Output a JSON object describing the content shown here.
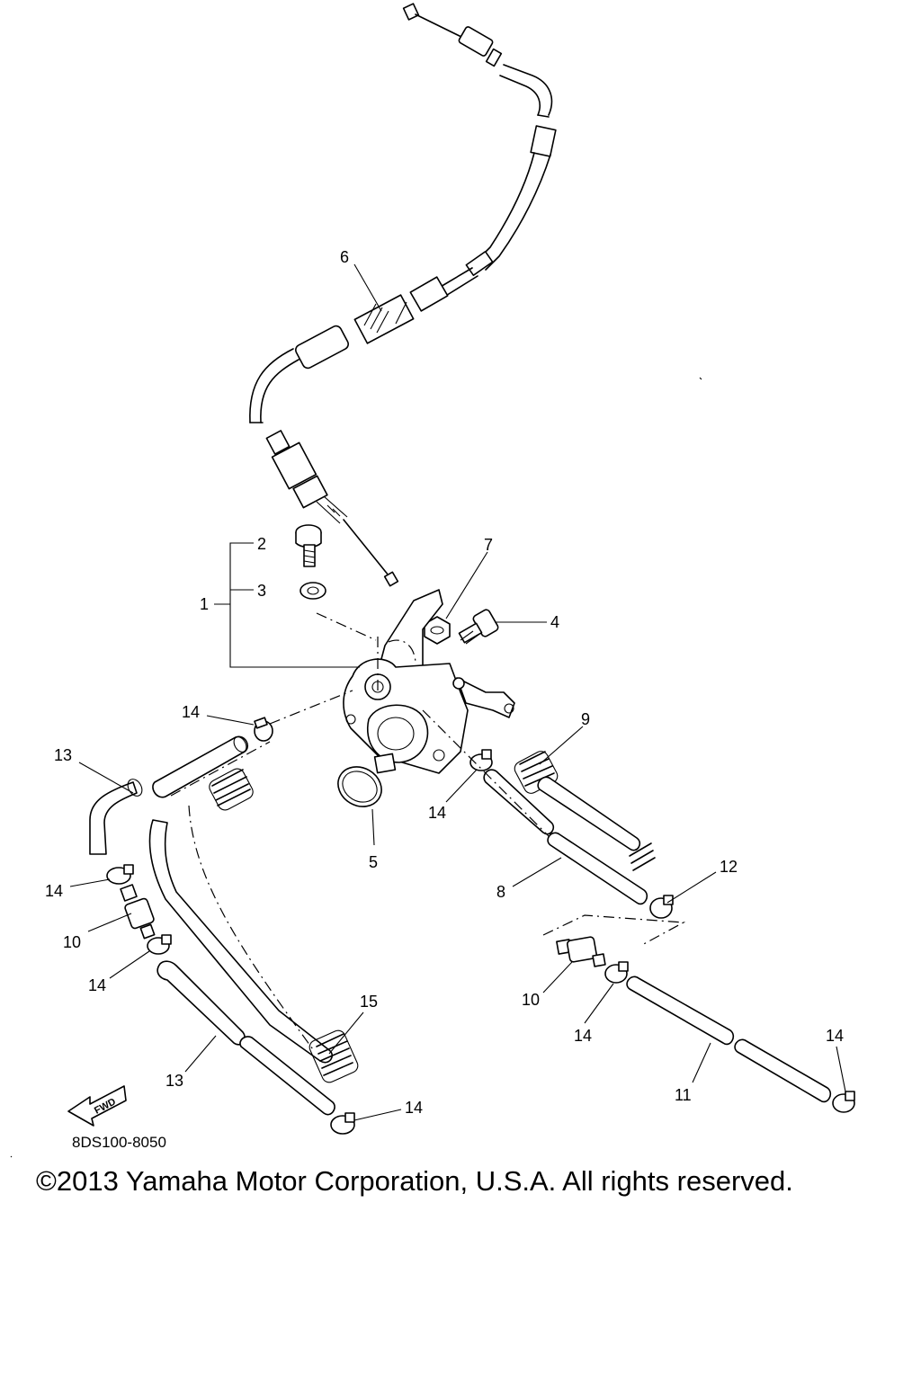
{
  "diagram": {
    "callouts": {
      "c1": "1",
      "c2": "2",
      "c3": "3",
      "c4": "4",
      "c5": "5",
      "c6": "6",
      "c7": "7",
      "c8": "8",
      "c9": "9",
      "c10_left": "10",
      "c10_right": "10",
      "c11": "11",
      "c12": "12",
      "c13_upper": "13",
      "c13_lower": "13",
      "c14_pump_left": "14",
      "c14_pump_right": "14",
      "c14_left_upper": "14",
      "c14_left_lower": "14",
      "c14_right_mid": "14",
      "c14_far_right": "14",
      "c14_bottom": "14",
      "c15": "15"
    },
    "forward_arrow_label": "FWD",
    "part_number": "8DS100-8050",
    "copyright": "©2013 Yamaha Motor Corporation, U.S.A. All rights reserved."
  }
}
